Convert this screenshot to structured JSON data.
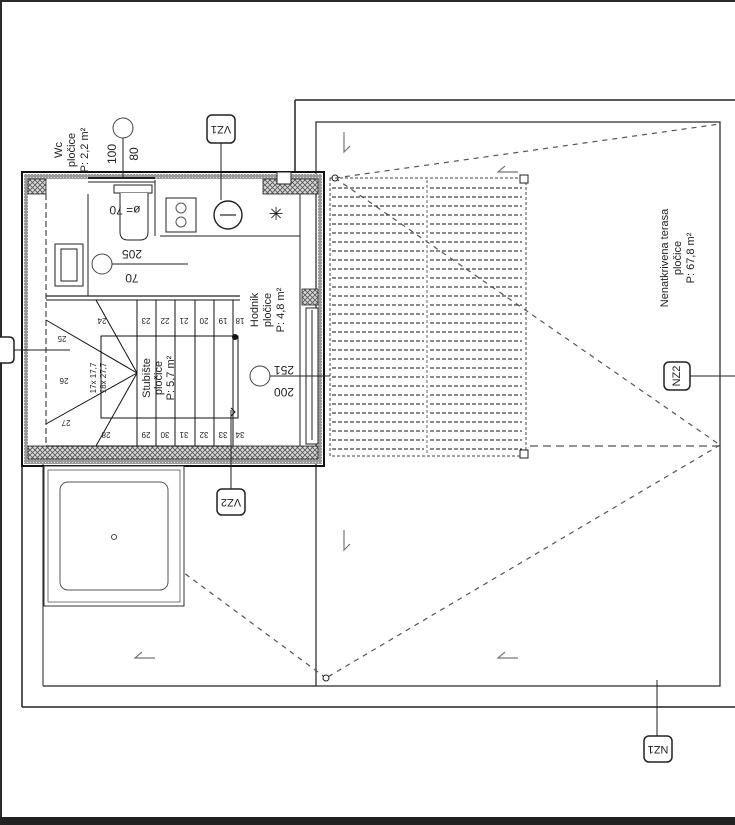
{
  "drawing": {
    "type": "floor-plan",
    "rooms": [
      {
        "id": "wc",
        "name": "Wc",
        "floor": "pločice",
        "area": "P: 2,2 m²"
      },
      {
        "id": "hodnik",
        "name": "Hodnik",
        "floor": "pločice",
        "area": "P: 4,8 m²"
      },
      {
        "id": "stubiste",
        "name": "Stubište",
        "floor": "pločice",
        "area": "P: 5,7 m²"
      },
      {
        "id": "terasa",
        "name": "Nenatkrivena terasa",
        "floor": "pločice",
        "area": "P: 67,8 m²"
      }
    ],
    "dimensions": {
      "wc_door_w": "100",
      "wc_door_h": "80",
      "wc_fixture": "ø= 70",
      "wc_window_1": "205",
      "wc_window_2": "70",
      "hodnik_door_1": "251",
      "hodnik_door_2": "200"
    },
    "stairs": {
      "info_1": "17x 17,7",
      "info_2": "18x 27,7",
      "steps_top": [
        "23",
        "22",
        "21",
        "20",
        "19",
        "18"
      ],
      "steps_bottom": [
        "28",
        "29",
        "30",
        "31",
        "32",
        "33",
        "34"
      ],
      "steps_winder": [
        "24",
        "25",
        "26",
        "27"
      ]
    },
    "section_tags": {
      "vz1": "VZ1",
      "vz2": "VZ2",
      "nz1": "NZ1",
      "nz2": "NZ2"
    }
  }
}
